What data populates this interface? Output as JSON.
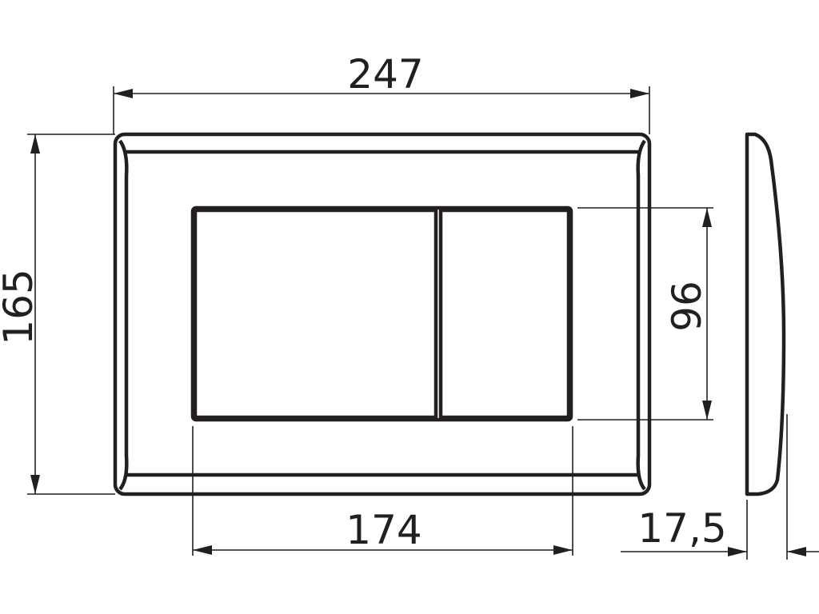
{
  "drawing": {
    "overall_width": "247",
    "overall_height": "165",
    "button_area_width": "174",
    "button_area_height": "96",
    "depth": "17,5"
  }
}
